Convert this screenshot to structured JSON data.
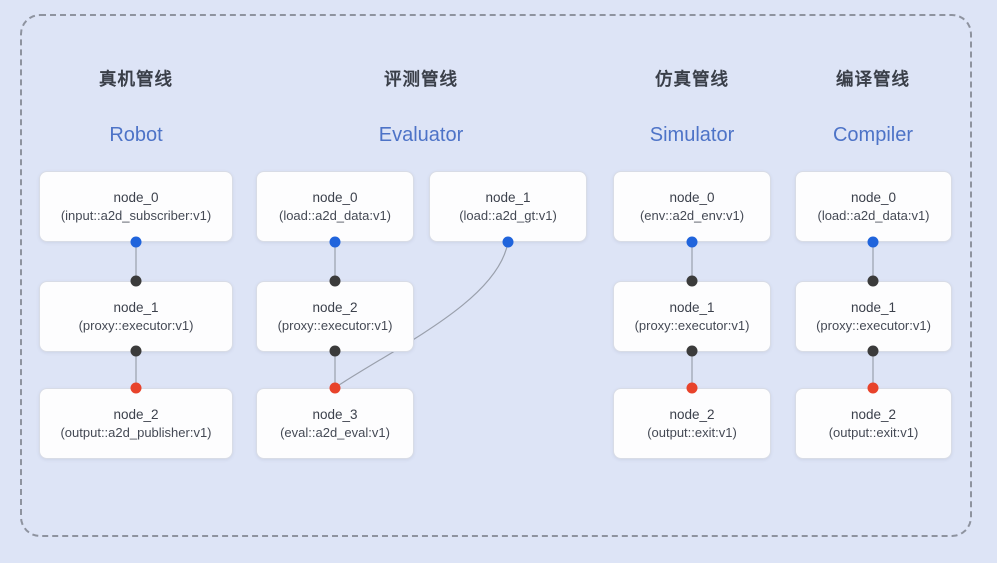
{
  "pipelines": [
    {
      "id": "robot",
      "title_zh": "真机管线",
      "title_en": "Robot",
      "nodes": [
        {
          "name": "node_0",
          "type": "(input::a2d_subscriber:v1)"
        },
        {
          "name": "node_1",
          "type": "(proxy::executor:v1)"
        },
        {
          "name": "node_2",
          "type": "(output::a2d_publisher:v1)"
        }
      ]
    },
    {
      "id": "evaluator",
      "title_zh": "评测管线",
      "title_en": "Evaluator",
      "nodes": [
        {
          "name": "node_0",
          "type": "(load::a2d_data:v1)"
        },
        {
          "name": "node_1",
          "type": "(load::a2d_gt:v1)"
        },
        {
          "name": "node_2",
          "type": "(proxy::executor:v1)"
        },
        {
          "name": "node_3",
          "type": "(eval::a2d_eval:v1)"
        }
      ]
    },
    {
      "id": "simulator",
      "title_zh": "仿真管线",
      "title_en": "Simulator",
      "nodes": [
        {
          "name": "node_0",
          "type": "(env::a2d_env:v1)"
        },
        {
          "name": "node_1",
          "type": "(proxy::executor:v1)"
        },
        {
          "name": "node_2",
          "type": "(output::exit:v1)"
        }
      ]
    },
    {
      "id": "compiler",
      "title_zh": "编译管线",
      "title_en": "Compiler",
      "nodes": [
        {
          "name": "node_0",
          "type": "(load::a2d_data:v1)"
        },
        {
          "name": "node_1",
          "type": "(proxy::executor:v1)"
        },
        {
          "name": "node_2",
          "type": "(output::exit:v1)"
        }
      ]
    }
  ],
  "colors": {
    "background": "#dde4f6",
    "frame_border": "#8e939f",
    "accent_blue": "#4d73c7",
    "edge": "#9aa0ac",
    "port_blue": "#2064dc",
    "port_black": "#3b3b3b",
    "port_red": "#e8432b"
  }
}
